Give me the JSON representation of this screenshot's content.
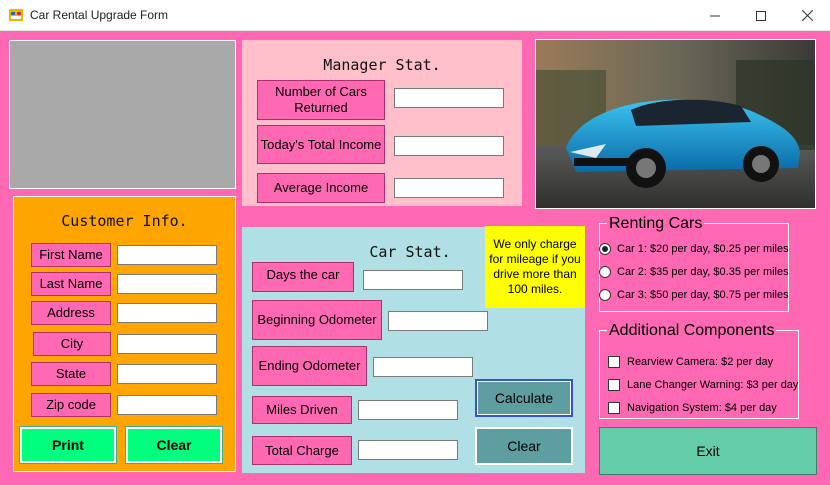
{
  "window": {
    "title": "Car Rental Upgrade Form"
  },
  "manager": {
    "title": "Manager Stat.",
    "cars_returned_label": "Number of Cars Returned",
    "todays_income_label": "Today's Total Income",
    "average_income_label": "Average Income",
    "cars_returned_value": "",
    "todays_income_value": "",
    "average_income_value": ""
  },
  "customer": {
    "title": "Customer Info.",
    "first_name_label": "First Name",
    "last_name_label": "Last Name",
    "address_label": "Address",
    "city_label": "City",
    "state_label": "State",
    "zip_label": "Zip code",
    "first_name_value": "",
    "last_name_value": "",
    "address_value": "",
    "city_value": "",
    "state_value": "",
    "zip_value": "",
    "print_label": "Print",
    "clear_label": "Clear"
  },
  "car_stat": {
    "title": "Car Stat.",
    "days_label": "Days the car",
    "begin_odo_label": "Beginning Odometer",
    "end_odo_label": "Ending Odometer",
    "miles_label": "Miles Driven",
    "total_label": "Total Charge",
    "days_value": "",
    "begin_odo_value": "",
    "end_odo_value": "",
    "miles_value": "",
    "total_value": "",
    "note": "We only charge for mileage if you drive more than 100 miles.",
    "calculate_label": "Calculate",
    "clear_label": "Clear"
  },
  "renting": {
    "title": "Renting Cars",
    "options": [
      {
        "label": "Car 1: $20 per day, $0.25 per miles",
        "checked": true
      },
      {
        "label": "Car 2: $35 per day, $0.35 per miles",
        "checked": false
      },
      {
        "label": "Car 3: $50 per day, $0.75 per miles",
        "checked": false
      }
    ]
  },
  "components": {
    "title": "Additional Components",
    "options": [
      {
        "label": "Rearview Camera: $2 per day",
        "checked": false
      },
      {
        "label": "Lane Changer Warning: $3 per day",
        "checked": false
      },
      {
        "label": "Navigation System: $4 per day",
        "checked": false
      }
    ]
  },
  "exit_label": "Exit",
  "colors": {
    "form_bg": "#ff69b4",
    "manager_panel": "#ffc0cb",
    "customer_panel": "#ffa500",
    "car_panel": "#b0e0e6",
    "green_button": "#00ff7f",
    "teal_button": "#5f9ea0",
    "exit_button": "#66cdaa",
    "note_bg": "#ffff00"
  },
  "icons": {
    "app": "window-form-icon",
    "minimize": "minimize-icon",
    "maximize": "maximize-icon",
    "close": "close-icon"
  }
}
